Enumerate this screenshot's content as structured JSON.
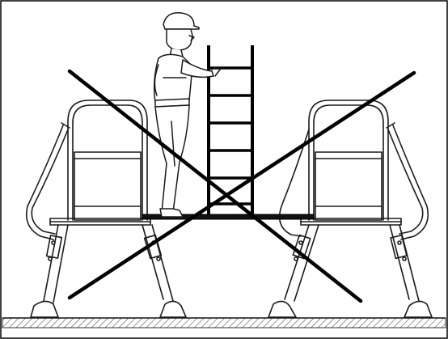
{
  "figure": {
    "subject": "worker-on-ladder-over-two-platform-steps",
    "marking": "prohibited-cross",
    "colors": {
      "background": "#ffffff",
      "line": "#1a1a1a",
      "cross": "#000000",
      "floor_hatch": "#555555",
      "border": "#000000"
    }
  },
  "elements": {
    "left_step": "platform-step",
    "right_step": "platform-step",
    "plank": "plank",
    "ladder": "ladder",
    "worker": "worker",
    "floor": "floor",
    "cross": "cross-mark"
  }
}
